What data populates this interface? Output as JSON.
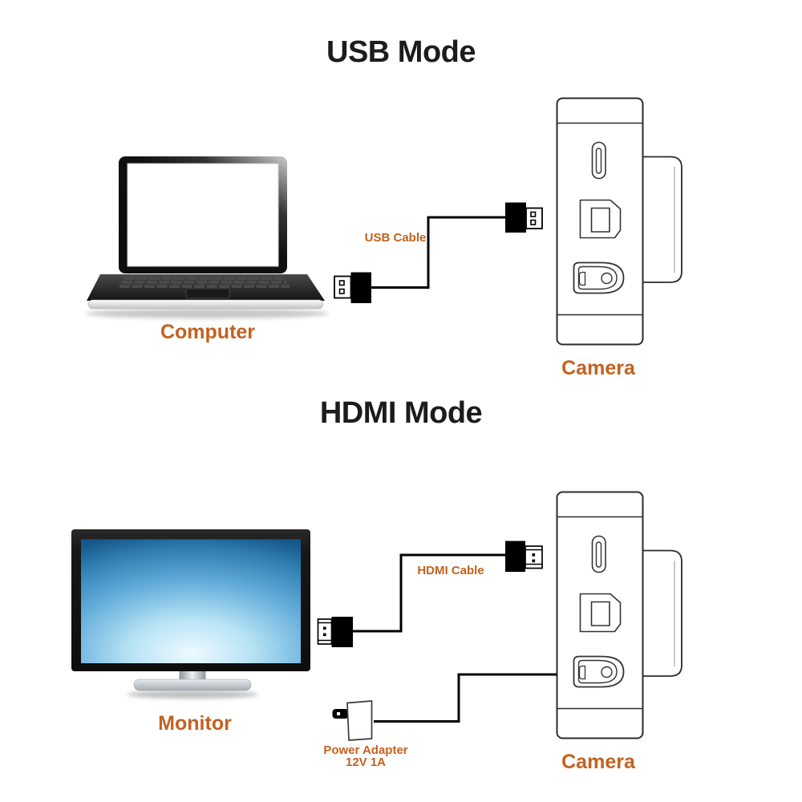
{
  "page": {
    "background": "#ffffff"
  },
  "colors": {
    "label_orange": "#c2621f",
    "title_black": "#1c1c1c",
    "cable_black": "#000000",
    "monitor_screen_center": "#eef9ff",
    "monitor_screen_edge": "#16588a"
  },
  "usb_section": {
    "title": "USB Mode",
    "computer_label": "Computer",
    "cable_label": "USB Cable",
    "camera_label": "Camera"
  },
  "hdmi_section": {
    "title": "HDMI Mode",
    "monitor_label": "Monitor",
    "cable_label": "HDMI Cable",
    "power_adapter_label": "Power Adapter",
    "power_adapter_spec": "12V 1A",
    "camera_label": "Camera"
  }
}
